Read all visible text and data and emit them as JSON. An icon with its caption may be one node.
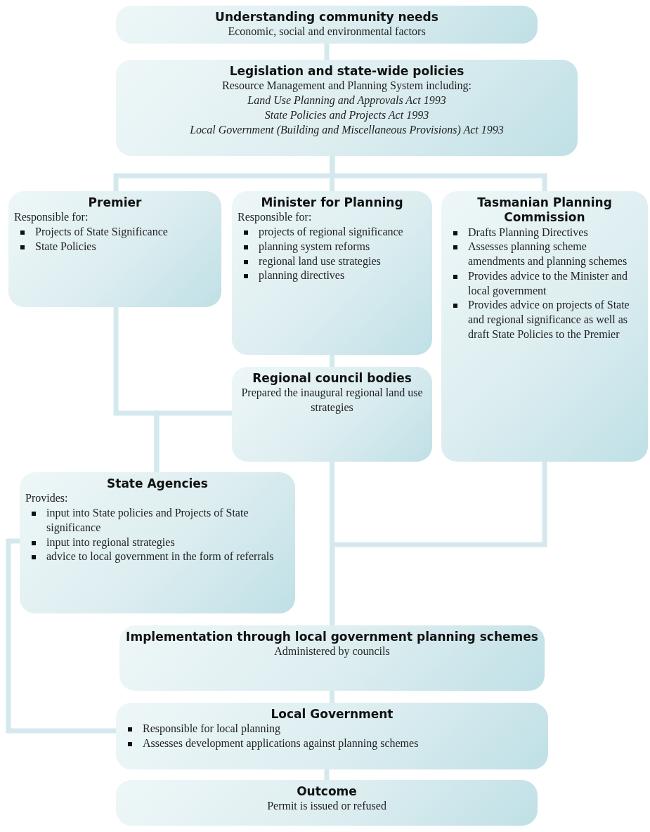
{
  "diagram": {
    "nodes": [
      {
        "text": [
          "Understanding community needs",
          "Economic, social and environmental factors"
        ]
      },
      {
        "text": [
          "Legislation and state-wide policies",
          "Resource Management and Planning System including:",
          "Land Use Planning and Approvals Act 1993",
          "State Policies and Projects Act 1993",
          "Local Government (Building and Miscellaneous Provisions) Act 1993"
        ]
      },
      {
        "text": [
          "Premier",
          "Responsible for:",
          "Projects of State Significance",
          "State Policies"
        ]
      },
      {
        "text": [
          "Minister for Planning",
          "Responsible for:",
          "projects of regional significance",
          "planning system reforms",
          "regional land use strategies",
          "planning directives"
        ]
      },
      {
        "text": [
          "Tasmanian Planning Commission",
          "Drafts Planning Directives",
          "Assesses planning scheme amendments and planning schemes",
          "Provides advice to the Minister and local government",
          "Provides advice on projects of State and regional significance as well as draft State Policies to the Premier"
        ]
      },
      {
        "text": [
          "Regional council bodies",
          "Prepared the inaugural regional land use strategies"
        ]
      },
      {
        "text": [
          "State Agencies",
          "Provides:",
          "input into State policies and Projects of State significance",
          "input into regional strategies",
          "advice to local government in the form of referrals"
        ]
      },
      {
        "text": [
          "Implementation through local government planning schemes",
          "Administered by councils"
        ]
      },
      {
        "text": [
          "Local Government",
          "Responsible for local planning",
          "Assesses development applications against planning schemes"
        ]
      },
      {
        "text": [
          "Outcome",
          "Permit is issued or refused"
        ]
      }
    ],
    "edges": [
      {
        "from": 0,
        "to": 1,
        "arrow": "none"
      },
      {
        "from": 1,
        "to": 2,
        "arrow": "none"
      },
      {
        "from": 1,
        "to": 3,
        "arrow": "none"
      },
      {
        "from": 1,
        "to": 4,
        "arrow": "none"
      },
      {
        "from": 3,
        "to": 5,
        "arrow": "none"
      },
      {
        "from": 2,
        "to": 6,
        "arrow": "none"
      },
      {
        "from": 5,
        "to": 6,
        "arrow": "none"
      },
      {
        "from": 5,
        "to": 7,
        "arrow": "none"
      },
      {
        "from": 4,
        "to": 7,
        "arrow": "none"
      },
      {
        "from": 6,
        "to": 8,
        "arrow": "none"
      },
      {
        "from": 7,
        "to": 8,
        "arrow": "none"
      },
      {
        "from": 8,
        "to": 9,
        "arrow": "none"
      }
    ]
  }
}
